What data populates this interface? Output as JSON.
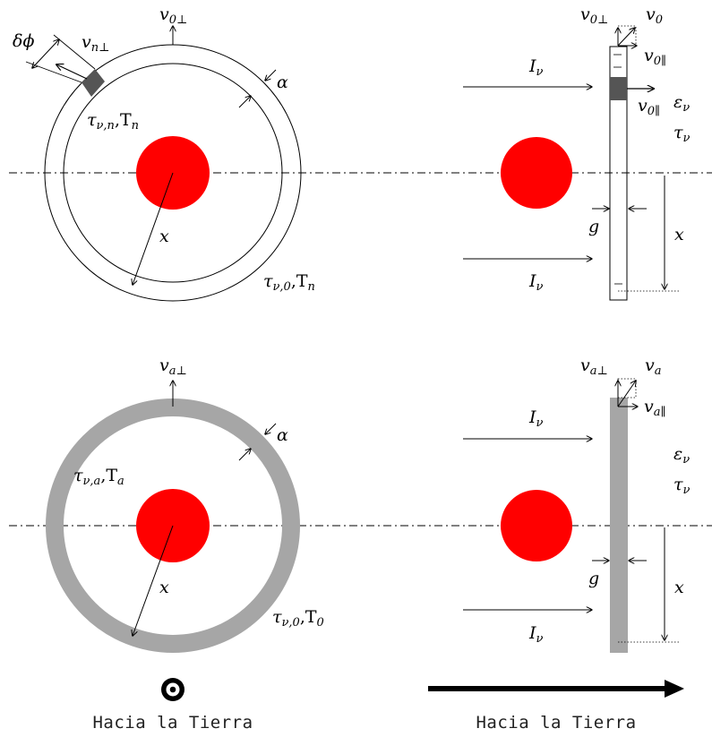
{
  "colors": {
    "star": "#ff0000",
    "ring_gray": "#a6a6a6",
    "cell_dark": "#555555",
    "line": "#000000"
  },
  "top_left": {
    "v_perp": "v",
    "v_perp_sub": "0⊥",
    "vn_perp": "v",
    "vn_perp_sub": "n⊥",
    "delta_phi": "δϕ",
    "alpha": "α",
    "tau_n_main": "τ",
    "tau_n_sub": "ν,n",
    "tau_n_tail": ",T",
    "tau_n_tail_sub": "n",
    "x_label": "x",
    "tau_0_main": "τ",
    "tau_0_sub": "ν,0",
    "tau_0_tail": ",T",
    "tau_0_tail_sub": "n"
  },
  "top_right": {
    "v0_perp": "v",
    "v0_perp_sub": "0⊥",
    "v0": "v",
    "v0_sub": "0",
    "v0_par_a": "v",
    "v0_par_a_sub": "0∥",
    "v0_par_b": "v",
    "v0_par_b_sub": "0∥",
    "I_top": "I",
    "I_top_sub": "ν",
    "I_bot": "I",
    "I_bot_sub": "ν",
    "eps": "ε",
    "eps_sub": "ν",
    "tau": "τ",
    "tau_sub": "ν",
    "g": "g",
    "x_label": "x"
  },
  "bottom_left": {
    "va_perp": "v",
    "va_perp_sub": "a⊥",
    "alpha": "α",
    "tau_a_main": "τ",
    "tau_a_sub": "ν,a",
    "tau_a_tail": ",T",
    "tau_a_tail_sub": "a",
    "x_label": "x",
    "tau_0_main": "τ",
    "tau_0_sub": "ν,0",
    "tau_0_tail": ",T",
    "tau_0_tail_sub": "0"
  },
  "bottom_right": {
    "va_perp": "v",
    "va_perp_sub": "a⊥",
    "va": "v",
    "va_sub": "a",
    "va_par": "v",
    "va_par_sub": "a∥",
    "I_top": "I",
    "I_top_sub": "ν",
    "I_bot": "I",
    "I_bot_sub": "ν",
    "eps": "ε",
    "eps_sub": "ν",
    "tau": "τ",
    "tau_sub": "ν",
    "g": "g",
    "x_label": "x"
  },
  "captions": {
    "left": "Hacia la Tierra",
    "right": "Hacia la Tierra"
  }
}
